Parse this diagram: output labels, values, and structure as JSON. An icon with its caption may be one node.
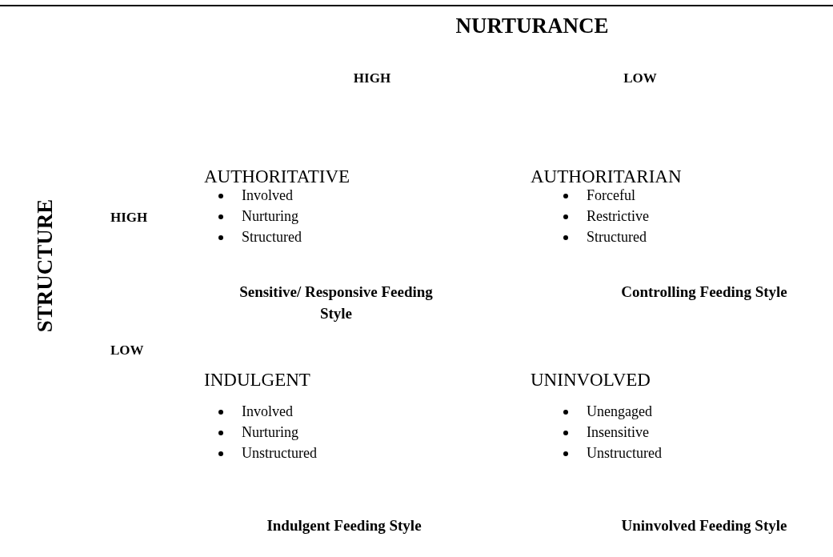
{
  "diagram": {
    "labels": [
      "NURTURANCE",
      "HIGH",
      "LOW",
      "STRUCTURE",
      "HIGH",
      "AUTHORITATIVE",
      "Involved",
      "Nurturing",
      "Structured",
      "Sensitive/ Responsive Feeding Style",
      "AUTHORITARIAN",
      "Forceful",
      "Restrictive",
      "Structured",
      "Controlling Feeding Style",
      "LOW",
      "INDULGENT",
      "Involved",
      "Nurturing",
      "Unstructured",
      "Indulgent Feeding Style",
      "UNINVOLVED",
      "Unengaged",
      "Insensitive",
      "Unstructured",
      "Uninvolved Feeding Style"
    ]
  }
}
